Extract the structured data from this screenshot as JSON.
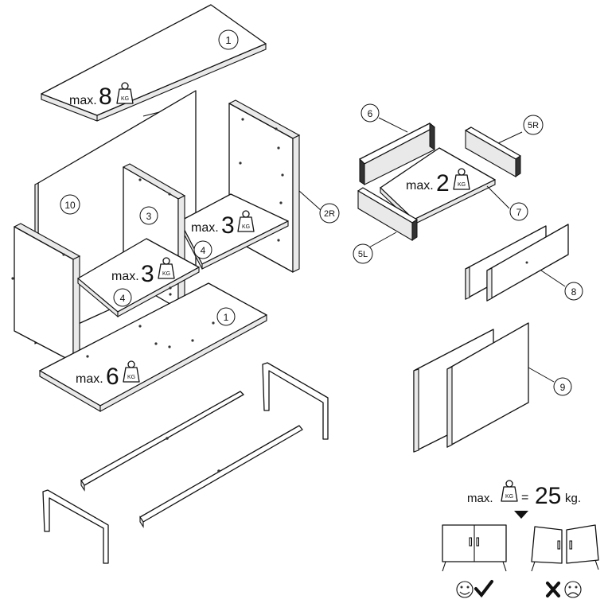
{
  "labels": {
    "top_panel": "1",
    "bottom_panel": "1",
    "back_panel": "10",
    "divider": "3",
    "shelf_left": "4",
    "shelf_right": "4",
    "side_right": "2R",
    "drawer_side_6": "6",
    "drawer_side_5R": "5R",
    "drawer_side_5L": "5L",
    "drawer_bottom": "7",
    "drawer_front": "8",
    "doors": "9"
  },
  "loads": {
    "top": {
      "prefix": "max.",
      "value": "8",
      "unit_icon": "KG"
    },
    "shelf_right": {
      "prefix": "max.",
      "value": "3",
      "unit_icon": "KG"
    },
    "shelf_left": {
      "prefix": "max.",
      "value": "3",
      "unit_icon": "KG"
    },
    "bottom": {
      "prefix": "max.",
      "value": "6",
      "unit_icon": "KG"
    },
    "drawer": {
      "prefix": "max.",
      "value": "2",
      "unit_icon": "KG"
    },
    "total": {
      "prefix": "max.",
      "unit_icon": "KG",
      "equals": "=",
      "value": "25",
      "suffix": "kg."
    }
  },
  "status_icons": {
    "ok": [
      "smiley-icon",
      "checkmark-icon"
    ],
    "bad": [
      "cross-icon",
      "frown-icon"
    ]
  }
}
